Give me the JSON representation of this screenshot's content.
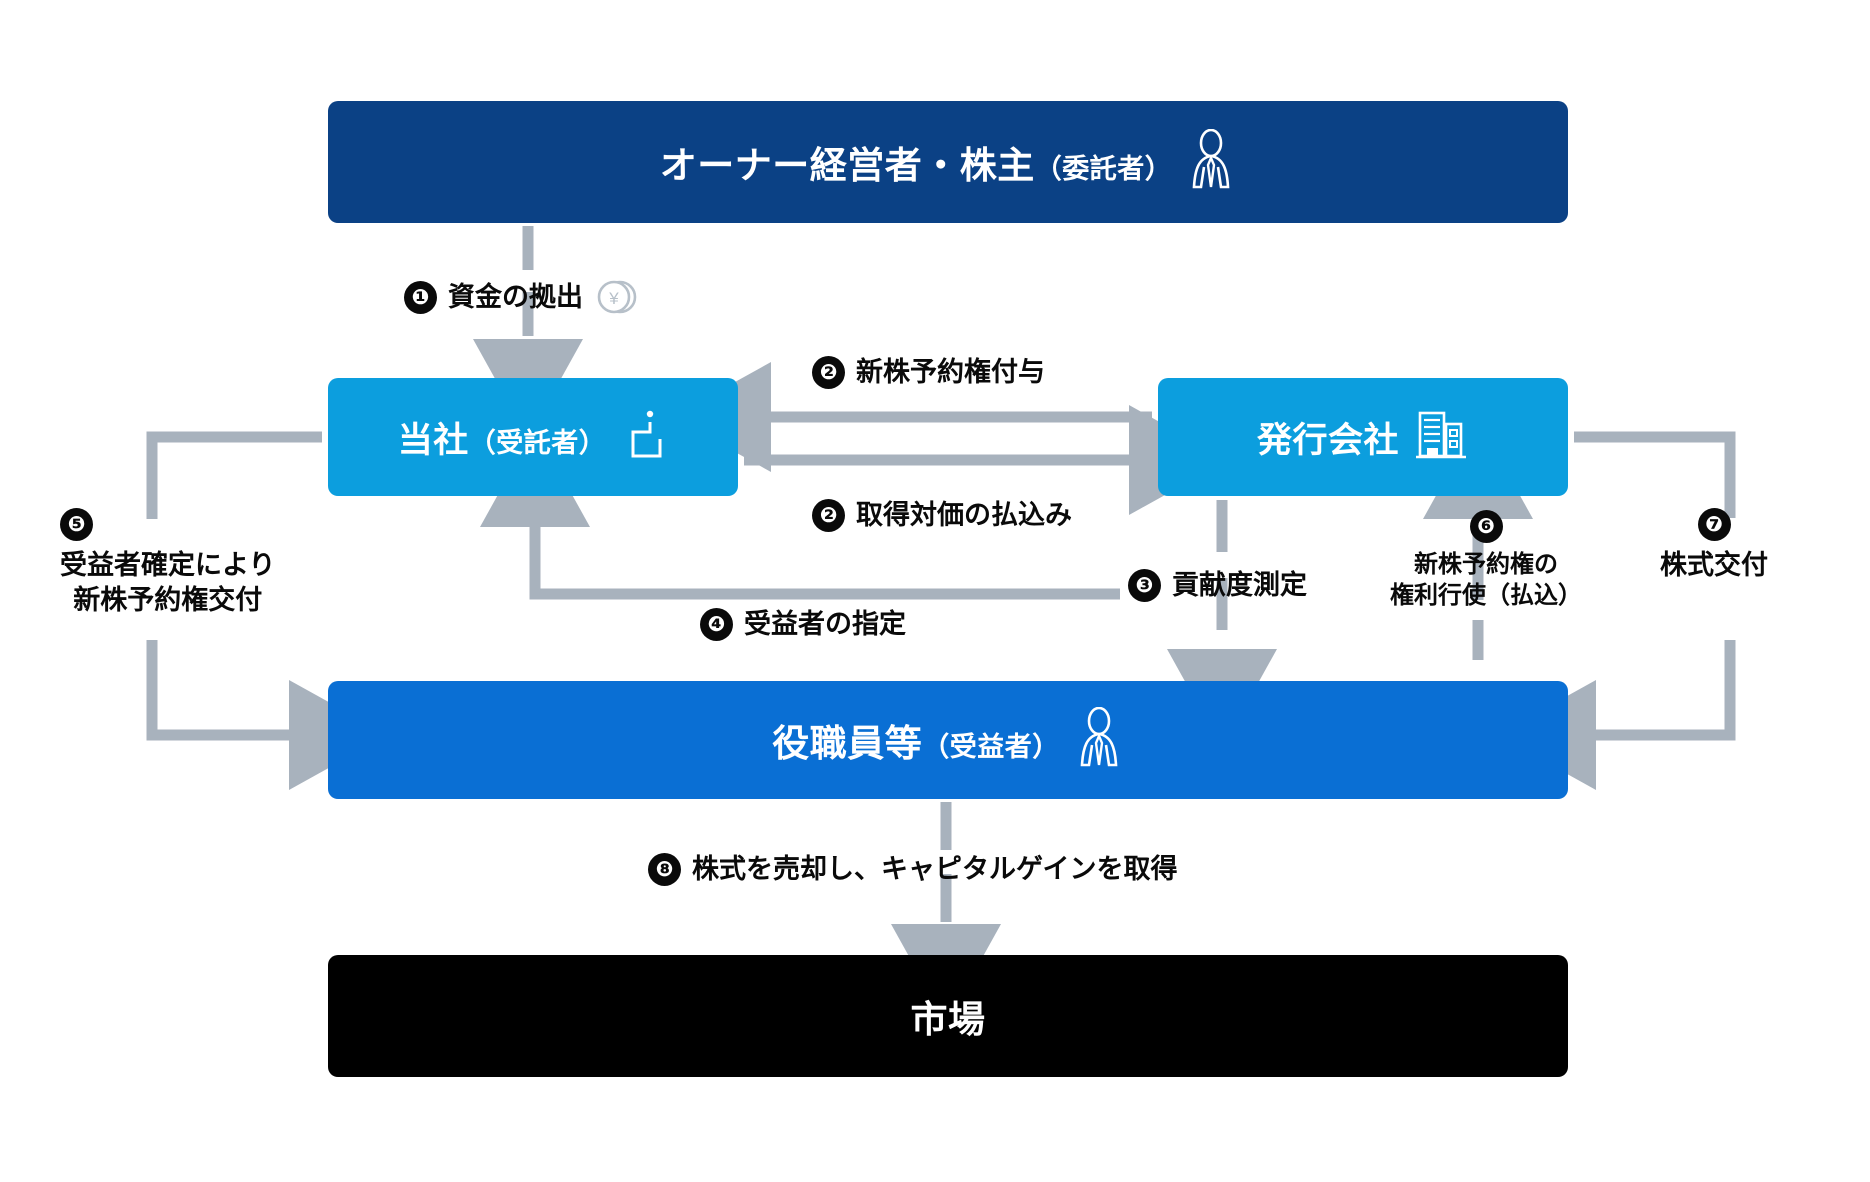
{
  "diagram": {
    "title": "信託型ストックオプション スキーム図",
    "colors": {
      "owner_box": "#0b4185",
      "trustee_box": "#0c9ede",
      "issuer_box": "#0c9ede",
      "employee_box": "#0a6fd4",
      "market_box": "#000000",
      "arrow": "#a8b2bd",
      "badge": "#0a0a0a",
      "background": "#ffffff"
    }
  },
  "nodes": {
    "owner": {
      "main": "オーナー経営者・株主",
      "sub": "（委託者）",
      "icon": "person-icon"
    },
    "trustee": {
      "main": "当社",
      "sub": "（受託者）",
      "icon": "trust-box-icon"
    },
    "issuer": {
      "main": "発行会社",
      "sub": "",
      "icon": "building-icon"
    },
    "employee": {
      "main": "役職員等",
      "sub": "（受益者）",
      "icon": "person-icon"
    },
    "market": {
      "main": "市場",
      "sub": "",
      "icon": ""
    }
  },
  "steps": {
    "s1": {
      "num": "❶",
      "text": "資金の拠出",
      "icon": "yen-coin-icon"
    },
    "s2a": {
      "num": "❷",
      "text": "新株予約権付与"
    },
    "s2b": {
      "num": "❷",
      "text": "取得対価の払込み"
    },
    "s3": {
      "num": "❸",
      "text": "貢献度測定"
    },
    "s4": {
      "num": "❹",
      "text": "受益者の指定"
    },
    "s5": {
      "num": "❺",
      "line1": "受益者確定により",
      "line2": "新株予約権交付"
    },
    "s6": {
      "num": "❻",
      "line1": "新株予約権の",
      "line2": "権利行使（払込）"
    },
    "s7": {
      "num": "❼",
      "text": "株式交付"
    },
    "s8": {
      "num": "❽",
      "text": "株式を売却し、キャピタルゲインを取得"
    }
  }
}
